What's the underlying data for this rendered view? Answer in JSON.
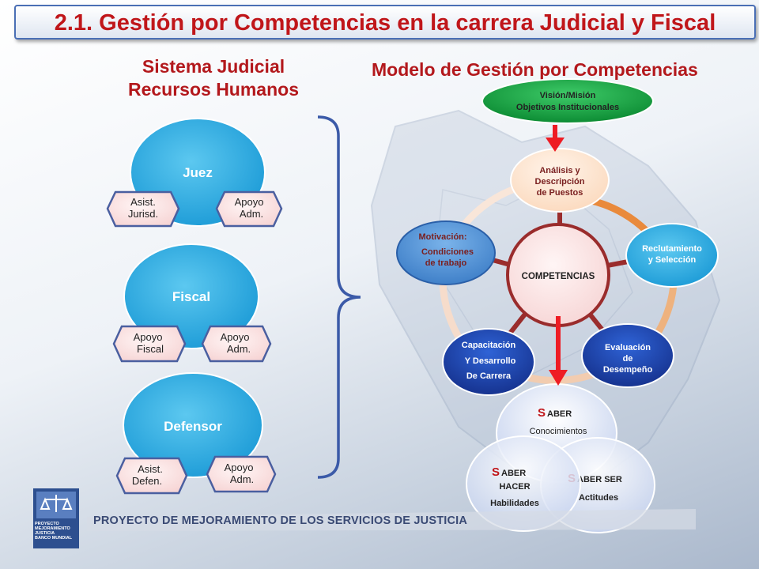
{
  "title": "2.1. Gestión por Competencias en la carrera Judicial y Fiscal",
  "left": {
    "heading_line1": "Sistema Judicial",
    "heading_line2": "Recursos Humanos",
    "roles": [
      {
        "name": "Juez",
        "left_tag": [
          "Asist.",
          "Jurisd."
        ],
        "right_tag": [
          "Apoyo",
          "Adm."
        ]
      },
      {
        "name": "Fiscal",
        "left_tag": [
          "Apoyo",
          "Fiscal"
        ],
        "right_tag": [
          "Apoyo",
          "Adm."
        ]
      },
      {
        "name": "Defensor",
        "left_tag": [
          "Asist.",
          "Defen."
        ],
        "right_tag": [
          "Apoyo",
          "Adm."
        ]
      }
    ]
  },
  "right": {
    "heading": "Modelo de Gestión por Competencias",
    "vision": [
      "Visión/Misión",
      "Objetivos Institucionales"
    ],
    "center": "COMPETENCIAS",
    "nodes": {
      "analisis": [
        "Análisis y",
        "Descripción",
        "de Puestos"
      ],
      "reclutamiento": [
        "Reclutamiento",
        "y Selección"
      ],
      "evaluacion": [
        "Evaluación",
        "de",
        "Desempeño"
      ],
      "capacitacion": [
        "Capacitación",
        "Y Desarrollo",
        "De Carrera"
      ],
      "motivacion": [
        "Motivación:",
        "Condiciones",
        "de trabajo"
      ]
    },
    "venn": {
      "saber": {
        "initial": "S",
        "rest": "ABER",
        "sub": "Conocimientos"
      },
      "hacer": {
        "initial": "S",
        "rest": "ABER",
        "line2": "HACER",
        "sub": "Habilidades"
      },
      "ser": {
        "initial": "S",
        "rest": "ABER SER",
        "sub": "Actitudes"
      }
    }
  },
  "footer": {
    "text": "PROYECTO DE MEJORAMIENTO DE LOS SERVICIOS DE JUSTICIA",
    "logo_text": [
      "PROYECTO",
      "MEJORAMIENTO",
      "JUSTICIA",
      "BANCO MUNDIAL"
    ]
  },
  "colors": {
    "title": "#c0161a",
    "role_blue": "#29abe2",
    "tag_fill": "#ffe6e6",
    "tag_border": "#4a5fa0",
    "vision_green": "#0c9b3c",
    "cycle_orange": "#e98a3c",
    "arrow_red": "#ee1c24",
    "dark_blue": "#1c3da0",
    "motiv_blue": "#4a8fd6"
  }
}
